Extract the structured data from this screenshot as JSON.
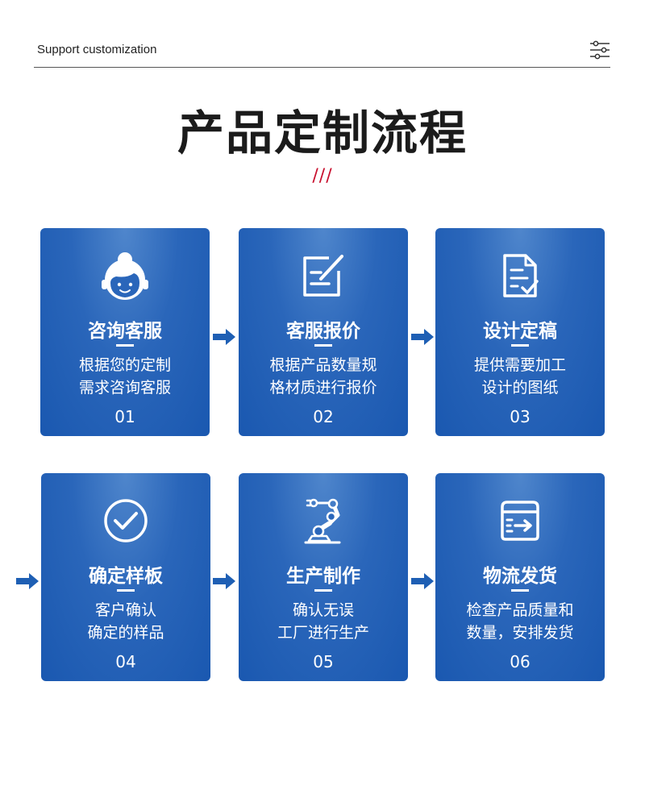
{
  "header": {
    "label": "Support customization",
    "icon": "sliders-icon"
  },
  "title": "产品定制流程",
  "divider_mark": "///",
  "colors": {
    "card": "#1f5fb5",
    "arrow": "#1e5fb4",
    "accent": "#c8102e"
  },
  "steps": [
    {
      "title": "咨询客服",
      "line1": "根据您的定制",
      "line2": "需求咨询客服",
      "number": "01",
      "icon": "customer-service-icon"
    },
    {
      "title": "客服报价",
      "line1": "根据产品数量规",
      "line2": "格材质进行报价",
      "number": "02",
      "icon": "edit-note-icon"
    },
    {
      "title": "设计定稿",
      "line1": "提供需要加工",
      "line2": "设计的图纸",
      "number": "03",
      "icon": "document-check-icon"
    },
    {
      "title": "确定样板",
      "line1": "客户确认",
      "line2": "确定的样品",
      "number": "04",
      "icon": "check-circle-icon"
    },
    {
      "title": "生产制作",
      "line1": "确认无误",
      "line2": "工厂进行生产",
      "number": "05",
      "icon": "robot-arm-icon"
    },
    {
      "title": "物流发货",
      "line1": "检查产品质量和",
      "line2": "数量，安排发货",
      "number": "06",
      "icon": "shipping-box-icon"
    }
  ]
}
